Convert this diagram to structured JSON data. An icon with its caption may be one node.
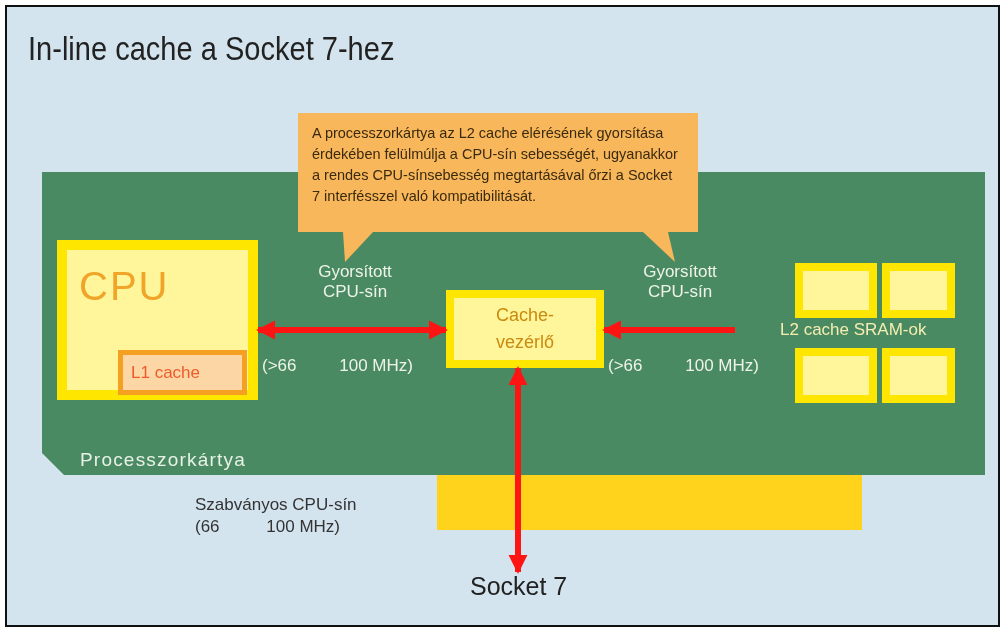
{
  "diagram": {
    "title": "In-line cache a Socket 7-hez",
    "nodes": [
      {
        "text": [
          "Processzorkártya"
        ]
      },
      {
        "text": [
          "CPU"
        ],
        "in": 0
      },
      {
        "text": [
          "L1 cache"
        ],
        "in": 1
      },
      {
        "text": [
          "Cache-vezérlő"
        ],
        "in": 0
      },
      {
        "text": [],
        "shape": "box",
        "in": 0
      },
      {
        "text": [],
        "shape": "box",
        "in": 0
      },
      {
        "text": [],
        "shape": "box",
        "in": 0
      },
      {
        "text": [],
        "shape": "box",
        "in": 0
      },
      {
        "text": [
          "A processzorkártya az L2 cache elérésének gyorsítása érdekében felülmúlja a CPU-sín sebességét, ugyanakkor a rendes CPU-sínsebesség megtartásával őrzi a Socket 7 interfésszel való kompatibilitását."
        ]
      },
      {
        "text": [
          "Socket 7"
        ]
      }
    ],
    "edges": [
      {
        "from": 1,
        "to": 3,
        "arrow": "both",
        "label": "Gyorsított CPU-sín"
      },
      {
        "from": null,
        "to": 3,
        "arrow": "to",
        "label": "Gyorsított CPU-sín"
      },
      {
        "from": 3,
        "to": 9,
        "arrow": "both"
      }
    ],
    "labels": [
      "(>66 100 MHz)",
      "(>66 100 MHz)",
      "L2 cache SRAM-ok",
      "Szabványos CPU-sín",
      "(66 100 MHz)"
    ]
  }
}
